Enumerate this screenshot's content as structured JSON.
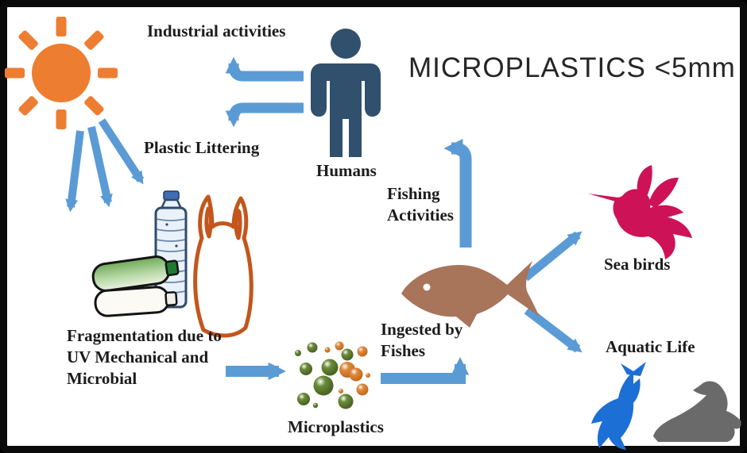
{
  "title": "MICROPLASTICS <5mm",
  "labels": {
    "industrial_activities": "Industrial activities",
    "plastic_littering": "Plastic Littering",
    "humans": "Humans",
    "fishing_activities": "Fishing Activities",
    "sea_birds": "Sea birds",
    "aquatic_life": "Aquatic Life",
    "fragmentation": "Fragmentation due to UV Mechanical and Microbial",
    "microplastics": "Microplastics",
    "ingested_by_fishes": "Ingested by Fishes"
  },
  "colors": {
    "arrow": "#5B9BD5",
    "sun": "#ED7D31",
    "human": "#31506E",
    "fish": "#A8745A",
    "sea_bird": "#CE1257",
    "dolphin": "#1C6FD4",
    "seal": "#6A6A6A",
    "microplastic_green": "#44601F",
    "microplastic_orange": "#C96419",
    "plastic_bag": "#C3561C",
    "bottle_outline": "#2F4A6B",
    "text": "#1B1B1B"
  },
  "icons": {
    "sun-icon": "orange sun with rays",
    "human-icon": "dark blue person silhouette",
    "water-bottle-icon": "ribbed clear water bottle",
    "green-bottle-icon": "crushed green bottle",
    "white-bottle-icon": "crushed white bottle",
    "plastic-bag-icon": "orange outlined plastic bag",
    "microplastics-cluster-icon": "green and orange particle cluster",
    "fish-icon": "brown fish",
    "hummingbird-icon": "pink sea bird",
    "dolphin-icon": "blue dolphin",
    "seal-icon": "gray seal"
  }
}
